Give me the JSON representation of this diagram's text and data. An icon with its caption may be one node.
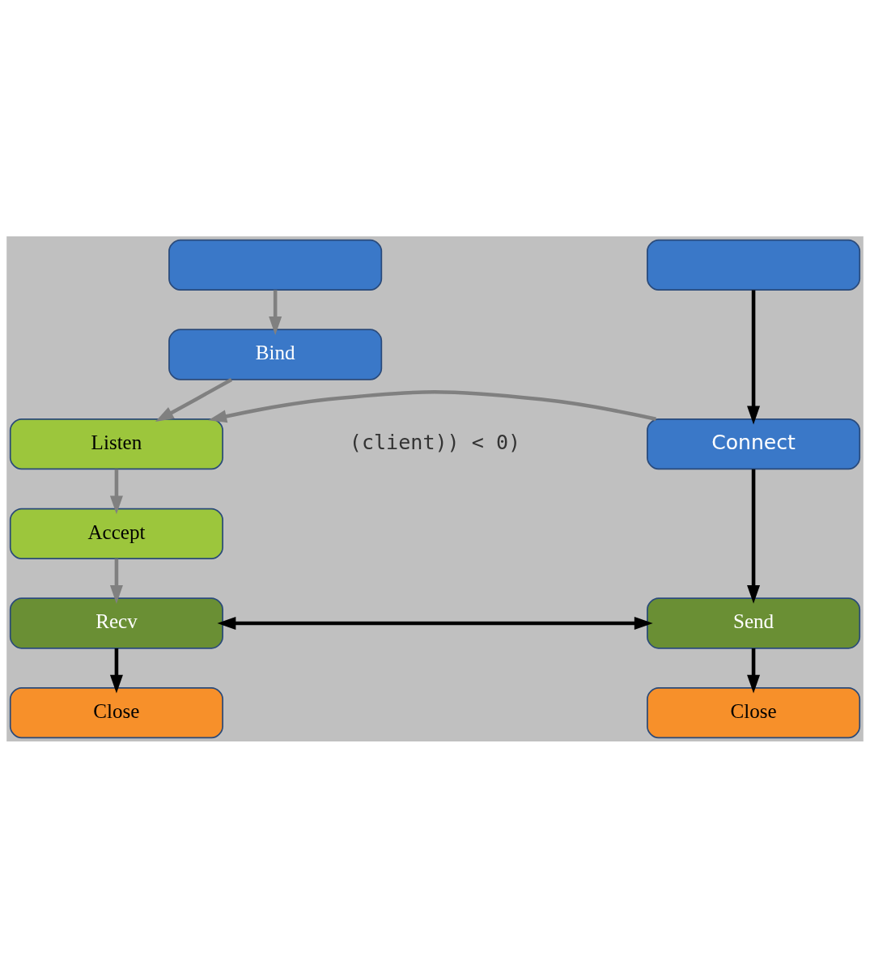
{
  "diagram": {
    "nodes": [
      {
        "text": [],
        "shape": "box"
      },
      {
        "text": [
          "Bind"
        ]
      },
      {
        "text": [
          "Listen"
        ]
      },
      {
        "text": [
          "Accept"
        ]
      },
      {
        "text": [
          "Recv"
        ]
      },
      {
        "text": [
          "Close"
        ]
      },
      {
        "text": [],
        "shape": "box"
      },
      {
        "text": [
          "Connect"
        ]
      },
      {
        "text": [
          "Send"
        ]
      },
      {
        "text": [
          "Close"
        ]
      }
    ],
    "edges": [
      {
        "from": 0,
        "to": 1,
        "arrow": "to",
        "color": "#808080"
      },
      {
        "from": 1,
        "to": 2,
        "arrow": "to",
        "color": "#808080"
      },
      {
        "from": 7,
        "to": 2,
        "arrow": "to",
        "color": "#808080"
      },
      {
        "from": 2,
        "to": 3,
        "arrow": "to",
        "color": "#808080"
      },
      {
        "from": 3,
        "to": 4,
        "arrow": "to",
        "color": "#808080"
      },
      {
        "from": 4,
        "to": 5,
        "arrow": "to",
        "color": "#000000"
      },
      {
        "from": 6,
        "to": 7,
        "arrow": "to",
        "color": "#000000"
      },
      {
        "from": 7,
        "to": 8,
        "arrow": "to",
        "color": "#000000"
      },
      {
        "from": 4,
        "to": 8,
        "arrow": "both",
        "color": "#000000"
      },
      {
        "from": 8,
        "to": 9,
        "arrow": "to",
        "color": "#000000"
      }
    ],
    "labels": [
      "(client)) < 0)"
    ]
  }
}
